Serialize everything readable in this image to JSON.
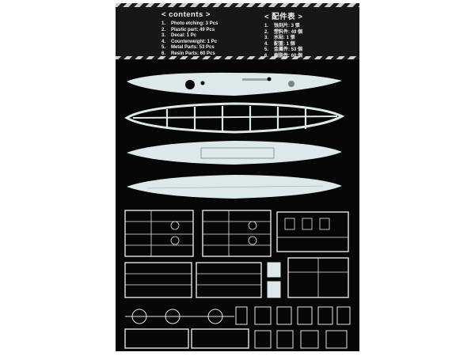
{
  "contents": {
    "title": "< contents >",
    "items": [
      {
        "num": "1.",
        "text": "Photo etching: 3 Pcs"
      },
      {
        "num": "2.",
        "text": "Plastic part: 49 Pcs"
      },
      {
        "num": "3.",
        "text": "Decal: 1 Pc"
      },
      {
        "num": "4.",
        "text": "Counterweight: 1 Pc"
      },
      {
        "num": "5.",
        "text": "Metal Parts: 53 Pcs"
      },
      {
        "num": "6.",
        "text": "Resin  Parts: 60 Pcs"
      }
    ]
  },
  "parts_list": {
    "title": "< 配件表 >",
    "items": [
      {
        "num": "1.",
        "text": "蚀刻片: 3 張"
      },
      {
        "num": "2.",
        "text": "塑料件: 49 個"
      },
      {
        "num": "3.",
        "text": "水貼: 1 張"
      },
      {
        "num": "4.",
        "text": "配重: 1 個"
      },
      {
        "num": "5.",
        "text": "金屬件: 53 個"
      },
      {
        "num": "6.",
        "text": "樹脂件: 60 個"
      }
    ]
  },
  "colors": {
    "sheet_background": "#060606",
    "header_background": "#171717",
    "part_light": "#dce8ea",
    "sprue_outline": "#e6e6e6"
  }
}
